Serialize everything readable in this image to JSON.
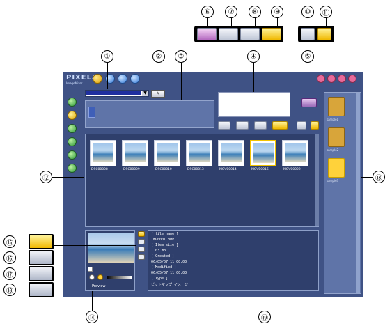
{
  "callouts": [
    "①",
    "②",
    "③",
    "④",
    "⑤",
    "⑥",
    "⑦",
    "⑧",
    "⑨",
    "⑩",
    "⑪",
    "⑫",
    "⑬",
    "⑭",
    "⑮",
    "⑯",
    "⑰",
    "⑱",
    "⑲"
  ],
  "app": {
    "logo_top": "PIXELA",
    "logo_bottom": "ImageMixer"
  },
  "thumbnails": [
    {
      "label": "DSC00008"
    },
    {
      "label": "DSC00009"
    },
    {
      "label": "DSC00010"
    },
    {
      "label": "DSC00013"
    },
    {
      "label": "MOV00014"
    },
    {
      "label": "MOV00016"
    },
    {
      "label": "MOV00022"
    }
  ],
  "albums": [
    {
      "label": "sample1"
    },
    {
      "label": "sample2"
    },
    {
      "label": "sample3"
    }
  ],
  "preview": {
    "label": "Preview"
  },
  "info_lines": [
    "[ file name ]",
    "IMG0001.BMP",
    "[ Item size ]",
    "1.03 MB",
    "[ Created ]",
    "06/05/07 11:00:00",
    "[ Modified ]",
    "06/05/07 11:00:00",
    "[ Type ]",
    "ビットマップ イメージ"
  ],
  "colors": {
    "app_bg": "#3f5285",
    "selected": "#f2c400",
    "panel": "#5f74a8"
  }
}
